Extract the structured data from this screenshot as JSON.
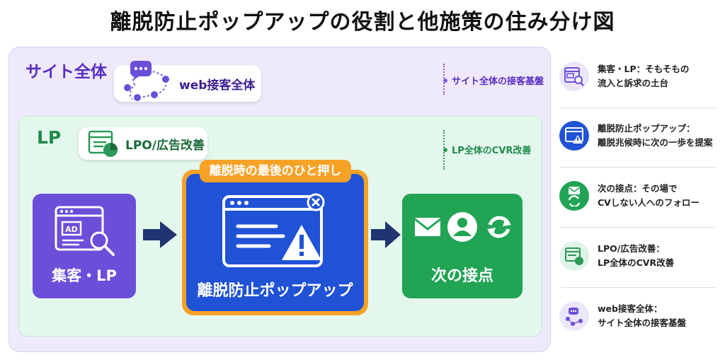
{
  "title": "離脱防止ポップアップの役割と他施策の住み分け図",
  "colors": {
    "site": "#5a2fc2",
    "lp": "#1f8a4c",
    "popup": "#2052d6",
    "accent": "#f6a227",
    "next": "#22a455",
    "acquisition": "#6a4fd9"
  },
  "site_area": {
    "label": "サイト全体",
    "chip_label": "web接客全体",
    "chip_icon": "chat-network-icon",
    "note": "サイト全体の接客基盤"
  },
  "lp_area": {
    "label": "LP",
    "chip_label": "LPO/広告改善",
    "chip_icon": "chart-window-icon",
    "note": "LP全体のCVR改善"
  },
  "flow": {
    "acquisition": {
      "label": "集客・LP",
      "icon": "ad-search-icon"
    },
    "popup": {
      "label": "離脱防止ポップアップ",
      "tag": "離脱時の最後のひと押し",
      "icon": "popup-warning-icon"
    },
    "next": {
      "label": "次の接点",
      "icons": [
        "mail-icon",
        "user-icon",
        "refresh-icon"
      ]
    }
  },
  "legend": [
    {
      "icon": "ad-search-icon",
      "line1": "集客・LP：そもそもの",
      "line2": "流入と訴求の土台"
    },
    {
      "icon": "popup-warning-icon",
      "line1": "離脱防止ポップアップ：",
      "line2": "離脱兆候時に次の一歩を提案"
    },
    {
      "icon": "mail-refresh-icon",
      "line1": "次の接点：その場で",
      "line2": "CVしない人へのフォロー"
    },
    {
      "icon": "chart-window-icon",
      "line1": "LPO/広告改善：",
      "line2": "LP全体のCVR改善"
    },
    {
      "icon": "chat-network-icon",
      "line1": "web接客全体：",
      "line2": "サイト全体の接客基盤"
    }
  ]
}
